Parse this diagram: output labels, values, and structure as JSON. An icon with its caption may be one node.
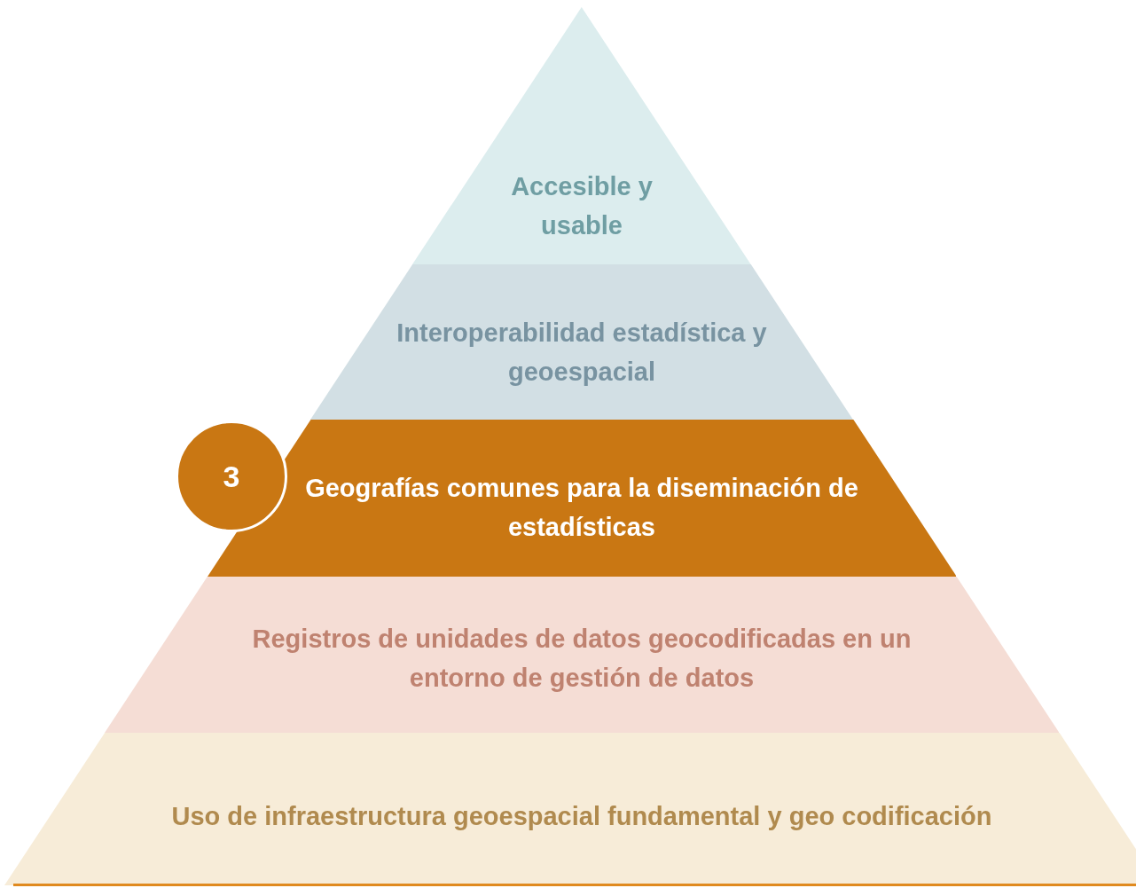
{
  "diagram": {
    "nodes": [
      {
        "text": [
          "Accesible y usable"
        ]
      },
      {
        "text": [
          "Interoperabilidad estadística y geoespacial"
        ]
      },
      {
        "text": [
          "Geografías comunes para la diseminación de estadísticas"
        ]
      },
      {
        "text": [
          "Registros de unidades de datos geocodificadas en un entorno de gestión de datos"
        ]
      },
      {
        "text": [
          "Uso de infraestructura geoespacial fundamental y geo codificación"
        ]
      },
      {
        "text": [
          "3"
        ]
      }
    ]
  }
}
